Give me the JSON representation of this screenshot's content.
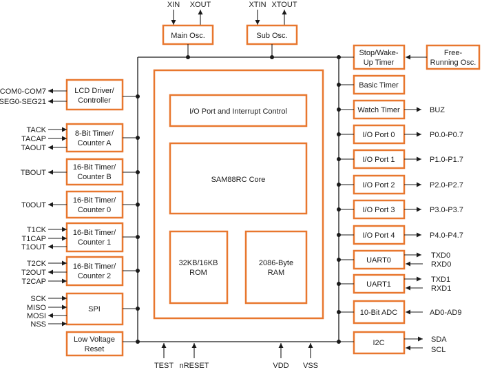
{
  "top_signals": {
    "xin": "XIN",
    "xout": "XOUT",
    "xtin": "XTIN",
    "xtout": "XTOUT"
  },
  "oscillators": {
    "main": "Main Osc.",
    "sub": "Sub Osc.",
    "free_running": [
      "Free-",
      "Running Osc."
    ]
  },
  "core": {
    "io_interrupt": "I/O Port and Interrupt Control",
    "cpu": "SAM88RC Core",
    "rom": [
      "32KB/16KB",
      "ROM"
    ],
    "ram": [
      "2086-Byte",
      "RAM"
    ]
  },
  "left_blocks": [
    {
      "label": [
        "LCD Driver/",
        "Controller"
      ],
      "pins": [
        "COM0-COM7",
        "SEG0-SEG21"
      ]
    },
    {
      "label": [
        "8-Bit Timer/",
        "Counter A"
      ],
      "pins": [
        "TACK",
        "TACAP",
        "TAOUT"
      ]
    },
    {
      "label": [
        "16-Bit Timer/",
        "Counter B"
      ],
      "pins": [
        "TBOUT"
      ]
    },
    {
      "label": [
        "16-Bit Timer/",
        "Counter 0"
      ],
      "pins": [
        "T0OUT"
      ]
    },
    {
      "label": [
        "16-Bit Timer/",
        "Counter 1"
      ],
      "pins": [
        "T1CK",
        "T1CAP",
        "T1OUT"
      ]
    },
    {
      "label": [
        "16-Bit Timer/",
        "Counter 2"
      ],
      "pins": [
        "T2CK",
        "T2OUT",
        "T2CAP"
      ]
    },
    {
      "label": [
        "SPI"
      ],
      "pins": [
        "SCK",
        "MISO",
        "MOSI",
        "NSS"
      ]
    },
    {
      "label": [
        "Low Voltage",
        "Reset"
      ],
      "pins": []
    }
  ],
  "right_blocks": [
    {
      "label": [
        "Stop/Wake-",
        "Up Timer"
      ],
      "pins": []
    },
    {
      "label": [
        "Basic Timer"
      ],
      "pins": []
    },
    {
      "label": [
        "Watch Timer"
      ],
      "pins": [
        "BUZ"
      ]
    },
    {
      "label": [
        "I/O Port 0"
      ],
      "pins": [
        "P0.0-P0.7"
      ]
    },
    {
      "label": [
        "I/O Port 1"
      ],
      "pins": [
        "P1.0-P1.7"
      ]
    },
    {
      "label": [
        "I/O Port 2"
      ],
      "pins": [
        "P2.0-P2.7"
      ]
    },
    {
      "label": [
        "I/O Port 3"
      ],
      "pins": [
        "P3.0-P3.7"
      ]
    },
    {
      "label": [
        "I/O Port 4"
      ],
      "pins": [
        "P4.0-P4.7"
      ]
    },
    {
      "label": [
        "UART0"
      ],
      "pins": [
        "TXD0",
        "RXD0"
      ]
    },
    {
      "label": [
        "UART1"
      ],
      "pins": [
        "TXD1",
        "RXD1"
      ]
    },
    {
      "label": [
        "10-Bit ADC"
      ],
      "pins": [
        "AD0-AD9"
      ]
    },
    {
      "label": [
        "I2C"
      ],
      "pins": [
        "SDA",
        "SCL"
      ]
    }
  ],
  "bottom_signals": {
    "test": "TEST",
    "nreset": "nRESET",
    "vdd": "VDD",
    "vss": "VSS"
  }
}
